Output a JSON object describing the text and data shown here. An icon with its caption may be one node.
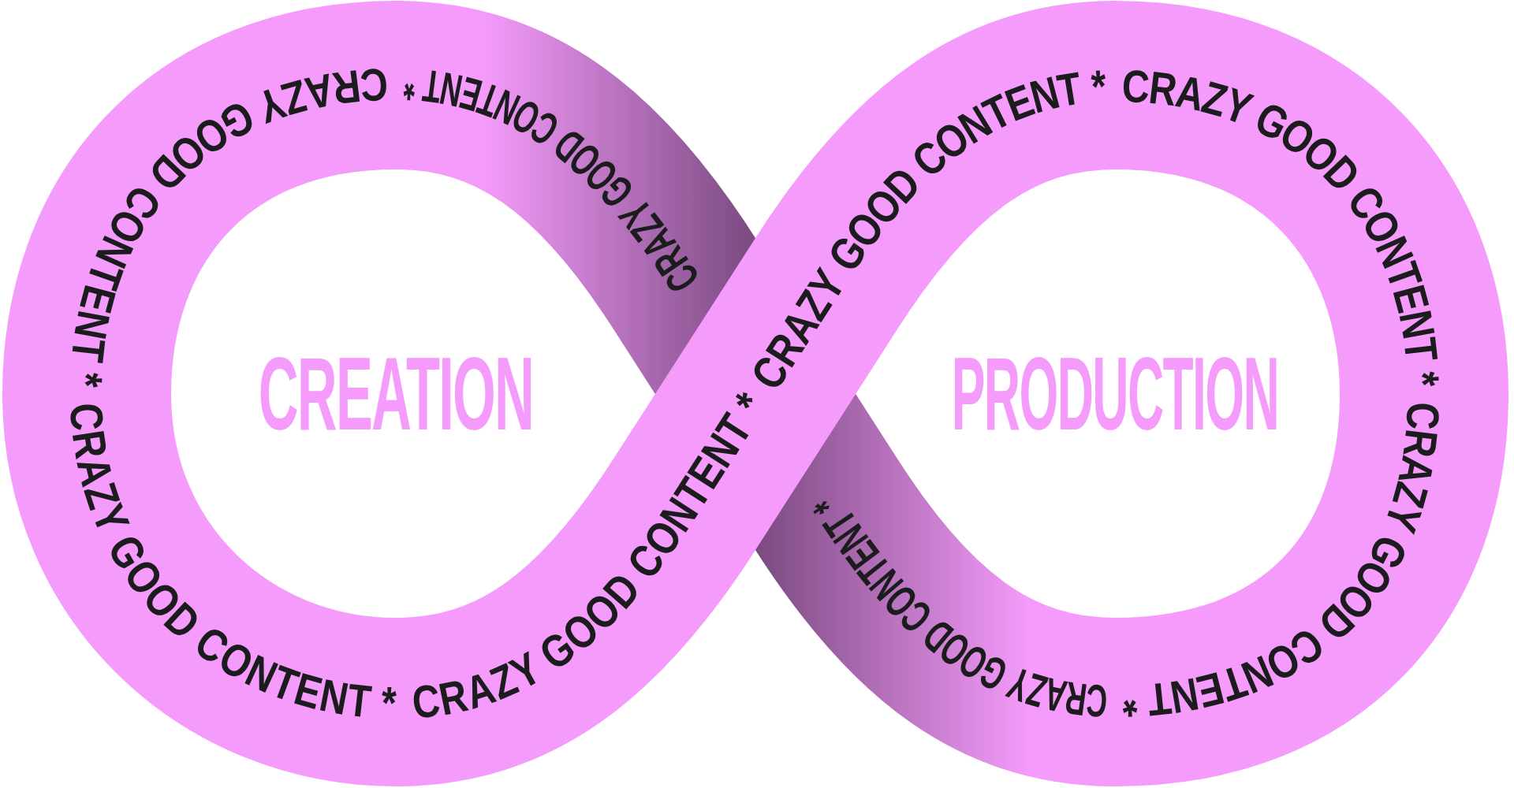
{
  "diagram": {
    "nodes": [
      {
        "text": [
          "CREATION"
        ]
      },
      {
        "text": [
          "PRODUCTION"
        ]
      }
    ],
    "labels": [
      "CRAZY GOOD CONTENT *",
      "CRAZY GOOD CONTENT *",
      "CRAZY GOOD CONTENT *",
      "CRAZY GOOD CONTENT *",
      "CRAZY GOOD CONTENT *",
      "CRAZY GOOD CONTENT *",
      "CRAZY GOOD CONTENT *",
      "CRAZY GOOD CONTENT *"
    ]
  }
}
